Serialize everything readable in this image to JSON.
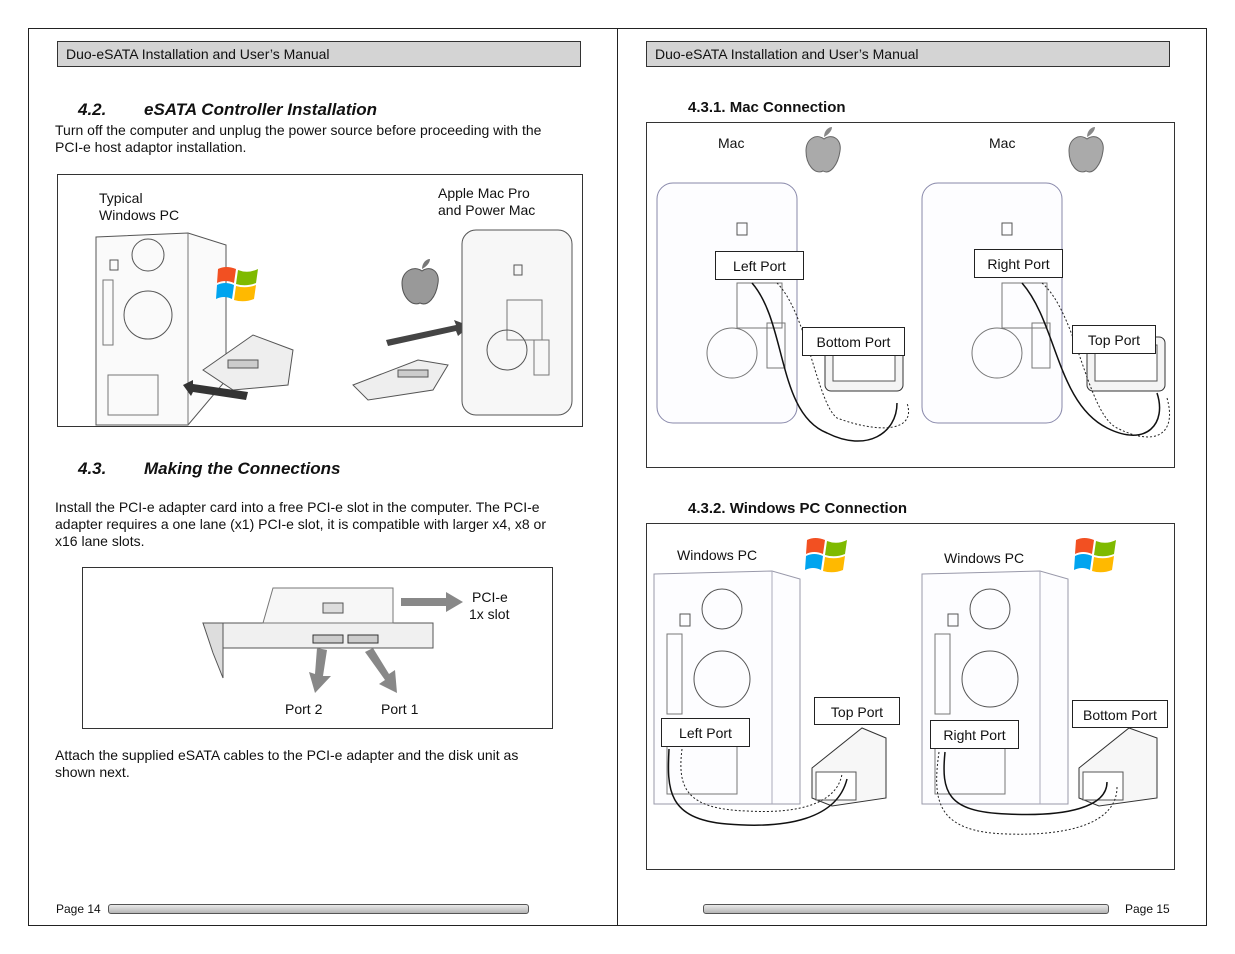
{
  "header": {
    "left_title": "Duo-eSATA Installation and User’s Manual",
    "right_title": "Duo-eSATA Installation and User’s Manual"
  },
  "left": {
    "sec42_num": "4.2.",
    "sec42_title": "eSATA Controller Installation",
    "sec42_p1": "Turn off the computer and unplug the power source before proceeding with the",
    "sec42_p2": "PCI-e host adaptor installation.",
    "fig1": {
      "pc_l1": "Typical",
      "pc_l2": "Windows PC",
      "mac_l1": "Apple Mac Pro",
      "mac_l2": "and Power Mac"
    },
    "sec43_num": "4.3.",
    "sec43_title": "Making the Connections",
    "sec43_p1": "Install the PCI-e adapter card into a free PCI-e slot in the computer.  The PCI-e",
    "sec43_p2": "adapter requires a one lane (x1) PCI-e slot, it is compatible with larger x4, x8 or",
    "sec43_p3": "x16 lane slots.",
    "fig2": {
      "slot_l1": "PCI-e",
      "slot_l2": "1x slot",
      "port2": "Port 2",
      "port1": "Port 1"
    },
    "attach_p1": "Attach the supplied eSATA cables to the PCI-e adapter and the disk unit as",
    "attach_p2": "shown next.",
    "page": "Page 14"
  },
  "right": {
    "mac_title": "4.3.1. Mac Connection",
    "mac_fig": {
      "mac1": "Mac",
      "mac2": "Mac",
      "left_port": "Left Port",
      "bottom_port": "Bottom Port",
      "right_port": "Right Port",
      "top_port": "Top Port"
    },
    "win_title": "4.3.2. Windows PC Connection",
    "win_fig": {
      "pc1": "Windows PC",
      "pc2": "Windows PC",
      "top_port": "Top Port",
      "left_port": "Left Port",
      "bottom_port": "Bottom Port",
      "right_port": "Right Port"
    },
    "page": "Page 15"
  },
  "icons": [
    "windows-logo-icon",
    "apple-logo-icon",
    "arrow-icon"
  ]
}
